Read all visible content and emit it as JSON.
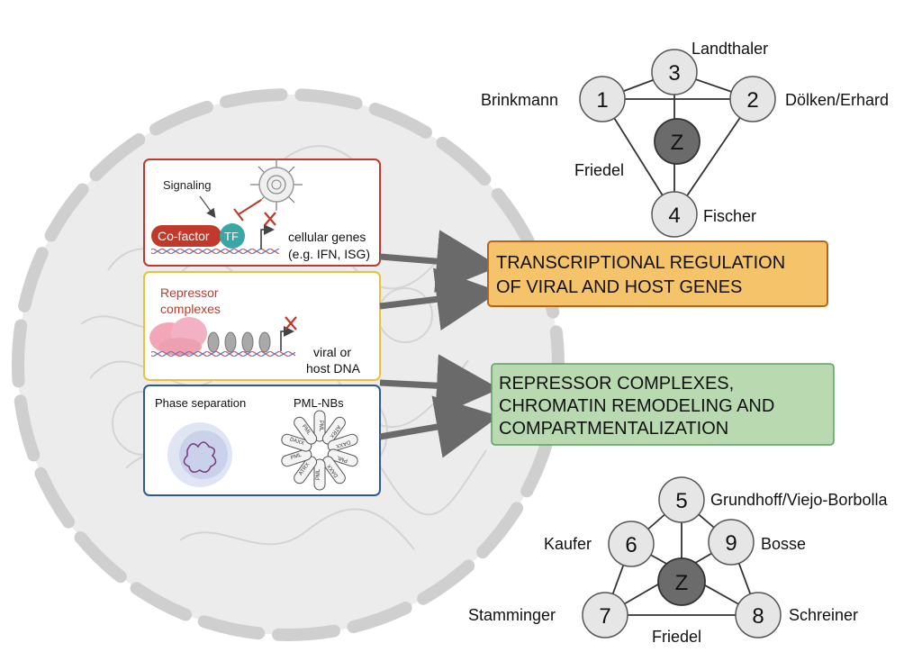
{
  "panels": {
    "signaling": {
      "label": "Signaling",
      "cofactor": "Co-factor",
      "tf": "TF",
      "genes_line1": "cellular genes",
      "genes_line2": "(e.g. IFN, ISG)"
    },
    "repressor": {
      "title_line1": "Repressor",
      "title_line2": "complexes",
      "dna_line1": "viral or",
      "dna_line2": "host DNA"
    },
    "phase": {
      "title": "Phase separation",
      "pml_title": "PML-NBs",
      "pml_petals": [
        "PML",
        "ATRX",
        "DAXX",
        "PML",
        "DAXX",
        "PML",
        "ATRX",
        "PML",
        "DAXX",
        "PML"
      ]
    }
  },
  "boxes": {
    "transcriptional": {
      "line1": "TRANSCRIPTIONAL REGULATION",
      "line2": "OF VIRAL AND HOST GENES"
    },
    "repressor": {
      "line1": "REPRESSOR COMPLEXES,",
      "line2": "CHROMATIN REMODELING AND",
      "line3": "COMPARTMENTALIZATION"
    }
  },
  "network_top": {
    "center": "Z",
    "nodes": [
      {
        "num": "1",
        "name": "Brinkmann"
      },
      {
        "num": "2",
        "name": "Dölken/Erhard"
      },
      {
        "num": "3",
        "name": "Landthaler"
      },
      {
        "num": "4",
        "name": "Fischer"
      }
    ],
    "edge_label": "Friedel"
  },
  "network_bottom": {
    "center": "Z",
    "nodes": [
      {
        "num": "5",
        "name": "Grundhoff/Viejo-Borbolla"
      },
      {
        "num": "6",
        "name": "Kaufer"
      },
      {
        "num": "9",
        "name": "Bosse"
      },
      {
        "num": "7",
        "name": "Stamminger"
      },
      {
        "num": "8",
        "name": "Schreiner"
      }
    ],
    "edge_label": "Friedel"
  },
  "colors": {
    "node_fill": "#e6e6e6",
    "center_fill": "#6b6b6b",
    "box_orange": "#f5c46a",
    "box_green": "#b9d9b0",
    "panel_red": "#c0392b",
    "panel_yellow": "#e8c23a",
    "panel_blue": "#2f5a8f",
    "arrow": "#6a6a6a"
  }
}
